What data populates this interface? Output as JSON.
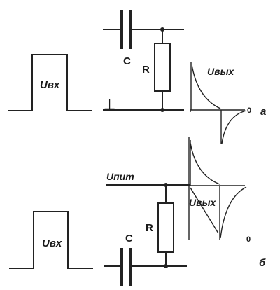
{
  "labels": {
    "input_a": "Uвх",
    "input_b": "Uвх",
    "capacitor_a": "C",
    "capacitor_b": "C",
    "resistor_a": "R",
    "resistor_b": "R",
    "ground": "⊥",
    "output_a": "Uвых",
    "output_b": "Uвых",
    "supply": "Uпит",
    "zero_a": "0",
    "zero_b": "0",
    "panel_a": "a",
    "panel_b": "б"
  }
}
